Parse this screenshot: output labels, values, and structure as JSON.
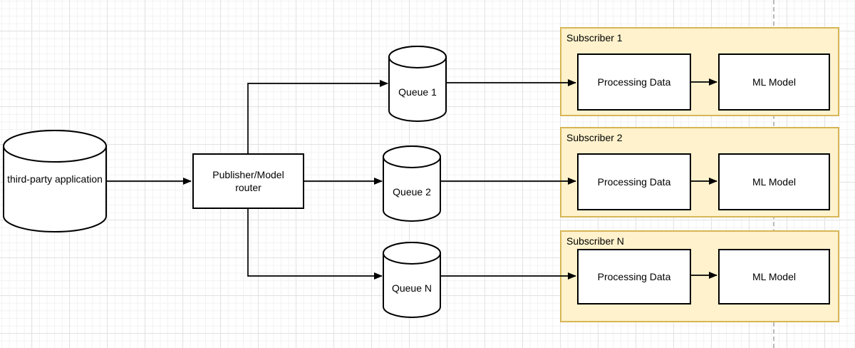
{
  "diagram": {
    "source": {
      "label": "third-party application"
    },
    "router": {
      "label": "Publisher/Model router"
    },
    "queues": [
      {
        "label": "Queue 1"
      },
      {
        "label": "Queue 2"
      },
      {
        "label": "Queue N"
      }
    ],
    "subscribers": [
      {
        "title": "Subscriber 1",
        "steps": [
          "Processing Data",
          "ML Model"
        ]
      },
      {
        "title": "Subscriber 2",
        "steps": [
          "Processing Data",
          "ML Model"
        ]
      },
      {
        "title": "Subscriber N",
        "steps": [
          "Processing Data",
          "ML Model"
        ]
      }
    ],
    "colors": {
      "subscriber_fill": "#fff2cc",
      "subscriber_border": "#d6b656",
      "shape_fill": "#ffffff",
      "shape_border": "#000000",
      "connector": "#000000",
      "page_guide_line": "#b9b9b9"
    }
  }
}
